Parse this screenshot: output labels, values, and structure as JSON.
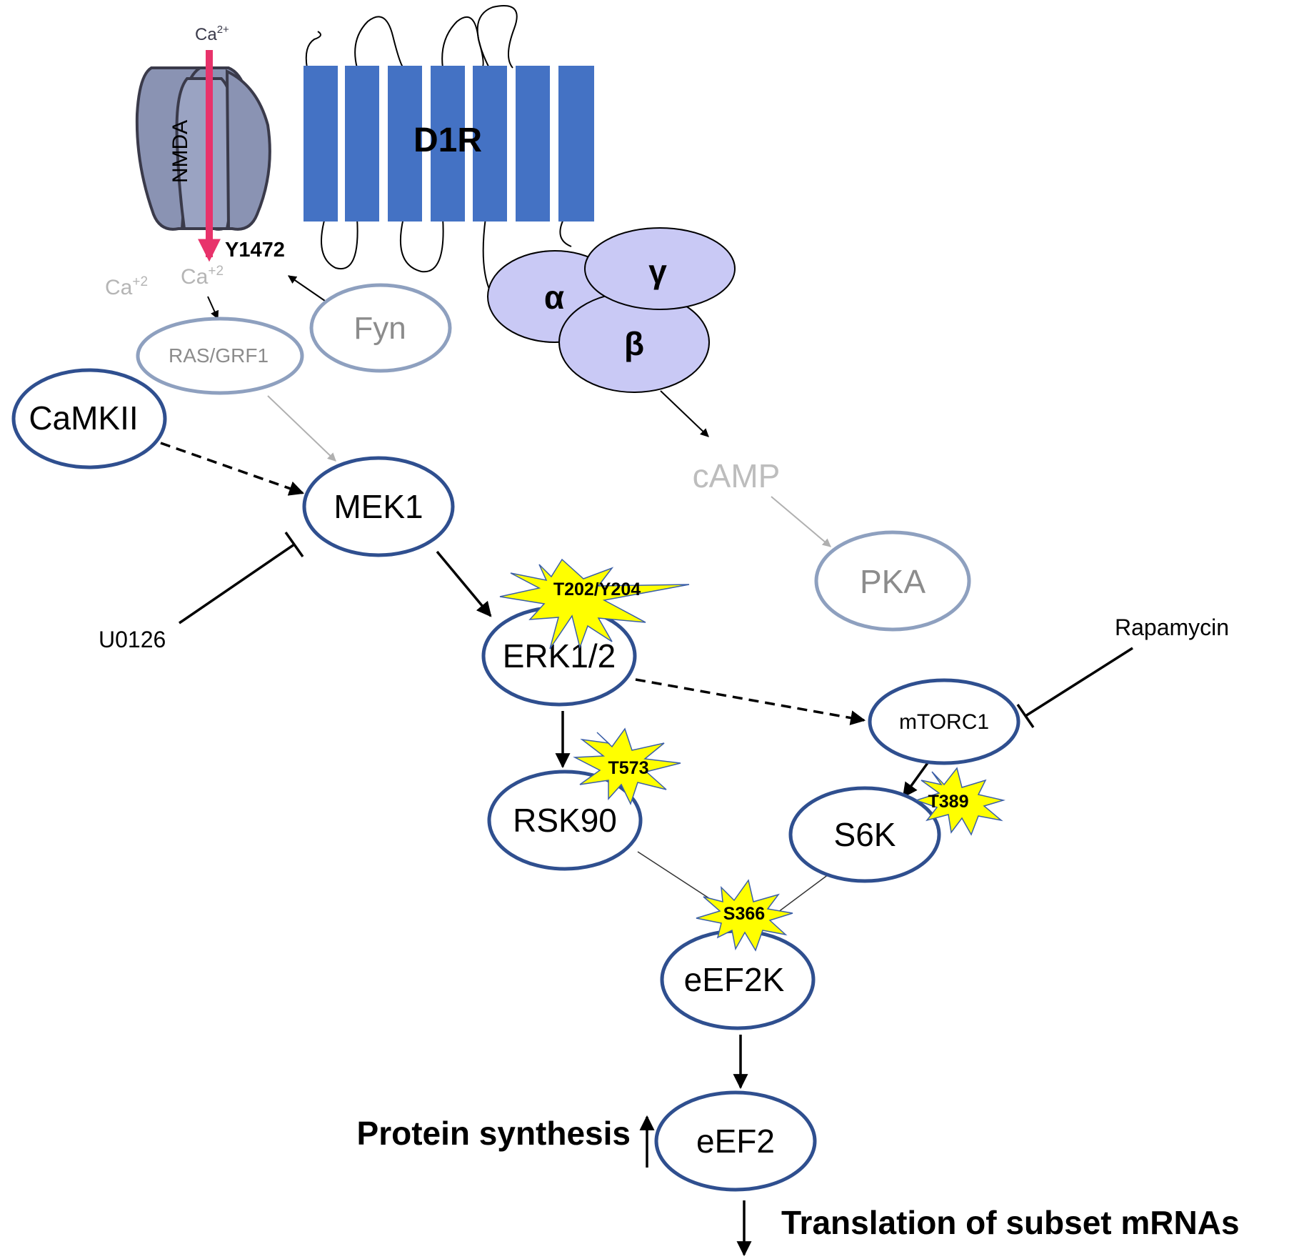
{
  "receptors": {
    "nmda": "NMDA",
    "ca_top": "Ca",
    "ca_top_sup": "2+",
    "d1r": "D1R",
    "y1472": "Y1472",
    "ca_left": "Ca",
    "ca_left_sup": "+2",
    "ca_right": "Ca",
    "ca_right_sup": "+2"
  },
  "g_protein": {
    "alpha": "α",
    "beta": "β",
    "gamma": "γ"
  },
  "nodes": {
    "fyn": "Fyn",
    "ras_grf1": "RAS/GRF1",
    "camkii": "CaMKII",
    "mek1": "MEK1",
    "camp": "cAMP",
    "pka": "PKA",
    "erk": "ERK1/2",
    "mtorc1": "mTORC1",
    "rsk90": "RSK90",
    "s6k": "S6K",
    "eef2k": "eEF2K",
    "eef2": "eEF2"
  },
  "inhibitors": {
    "u0126": "U0126",
    "rapamycin": "Rapamycin"
  },
  "phospho_sites": {
    "erk_site": "T202/Y204",
    "rsk_site": "T573",
    "s6k_site": "T389",
    "eef2k_site": "S366"
  },
  "outcomes": {
    "protein_synthesis": "Protein synthesis",
    "translation": "Translation of subset mRNAs"
  },
  "colors": {
    "node_border": "#2f4f8f",
    "faded_border": "#8ea0bf",
    "receptor": "#4472c4",
    "g_protein": "#c9c9f5",
    "calcium_arrow": "#e8336b",
    "phospho_burst": "#ffff00"
  }
}
